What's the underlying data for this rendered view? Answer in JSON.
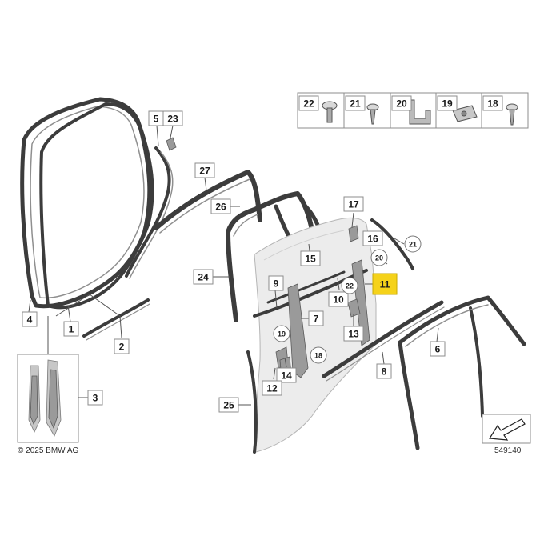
{
  "diagram": {
    "copyright": "© 2025 BMW AG",
    "drawing_number": "549140",
    "highlight_color": "#f5d21a",
    "part_labels": [
      "1",
      "2",
      "3",
      "4",
      "5",
      "6",
      "7",
      "8",
      "9",
      "10",
      "11",
      "12",
      "13",
      "14",
      "15",
      "16",
      "17",
      "23",
      "24",
      "25",
      "26",
      "27"
    ],
    "highlighted_label": "11",
    "circle_callouts": [
      "19",
      "18",
      "20",
      "21",
      "22"
    ],
    "hardware_legend": [
      "22",
      "21",
      "20",
      "19",
      "18"
    ]
  }
}
